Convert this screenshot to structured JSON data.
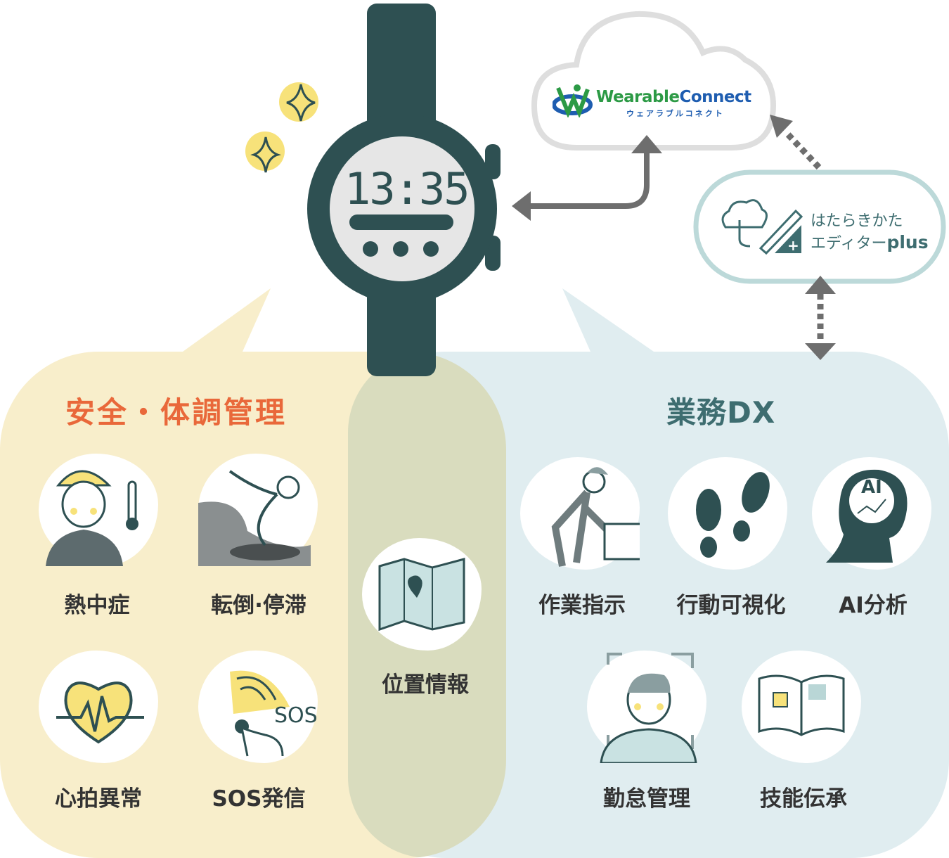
{
  "watch": {
    "time": "13:35"
  },
  "cloud": {
    "brand_en_1": "Wearable",
    "brand_en_2": "Connect",
    "brand_ja": "ウェアラブルコネクト"
  },
  "editor": {
    "line1": "はたらきかた",
    "line2": "エディター",
    "line2_suffix": "plus"
  },
  "safety": {
    "title": "安全・体調管理",
    "items": [
      {
        "label": "熱中症",
        "icon": "heatstroke-worker-icon"
      },
      {
        "label": "転倒·停滞",
        "icon": "falling-person-icon"
      },
      {
        "label": "心拍異常",
        "icon": "heartbeat-icon"
      },
      {
        "label": "SOS発信",
        "icon": "sos-button-icon",
        "icon_text": "SOS"
      }
    ]
  },
  "shared": {
    "label": "位置情報",
    "icon": "map-pin-icon"
  },
  "dx": {
    "title": "業務DX",
    "items": [
      {
        "label": "作業指示",
        "icon": "worker-carrying-box-icon"
      },
      {
        "label": "行動可視化",
        "icon": "footprints-icon"
      },
      {
        "label": "AI分析",
        "icon": "ai-head-icon",
        "icon_text": "AI"
      },
      {
        "label": "勤怠管理",
        "icon": "face-recognition-icon"
      },
      {
        "label": "技能伝承",
        "icon": "open-manual-icon"
      }
    ]
  },
  "colors": {
    "safety_bg": "#f8eecb",
    "dx_bg": "#e0edf0",
    "overlap_bg": "#d9dcbe",
    "safety_title": "#e9683a",
    "dx_title": "#3e6d70",
    "watch": "#2e5052",
    "arrow": "#6e6e6e",
    "accent_yellow": "#f7e27a"
  }
}
